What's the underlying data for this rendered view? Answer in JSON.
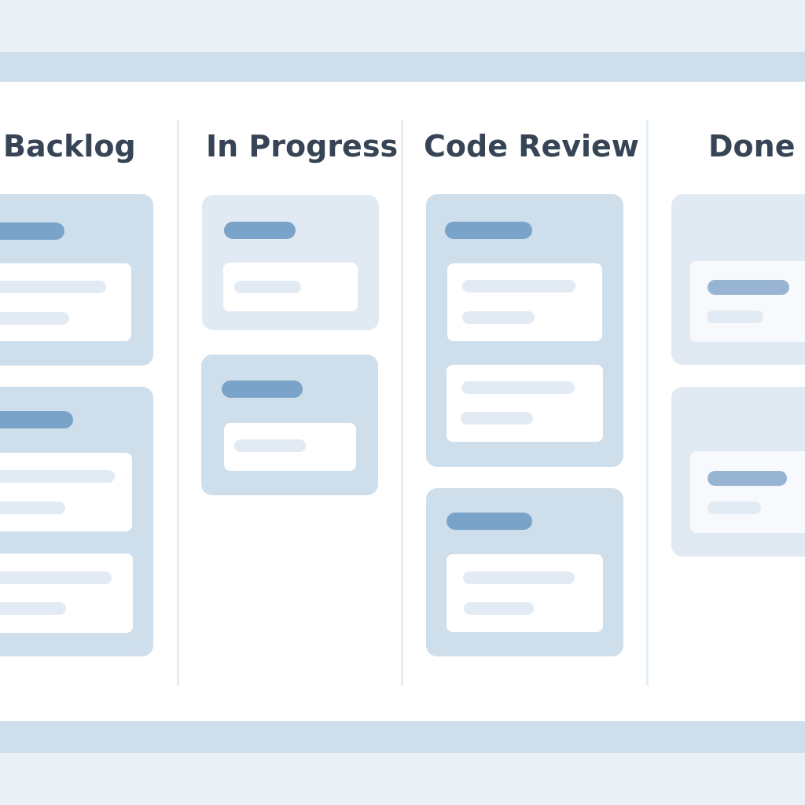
{
  "board": {
    "columns": [
      {
        "id": "backlog",
        "title": "Backlog"
      },
      {
        "id": "in-progress",
        "title": "In Progress"
      },
      {
        "id": "code-review",
        "title": "Code Review"
      },
      {
        "id": "done",
        "title": "Done"
      }
    ]
  },
  "colors": {
    "board_background": "#ffffff",
    "page_background": "#eaf1f7",
    "stripe": "#cfdeeb",
    "card": "#cfdeeb",
    "card_light": "#e1eaf3",
    "tag_pill": "#7aa3c9",
    "title_text": "#364455"
  }
}
